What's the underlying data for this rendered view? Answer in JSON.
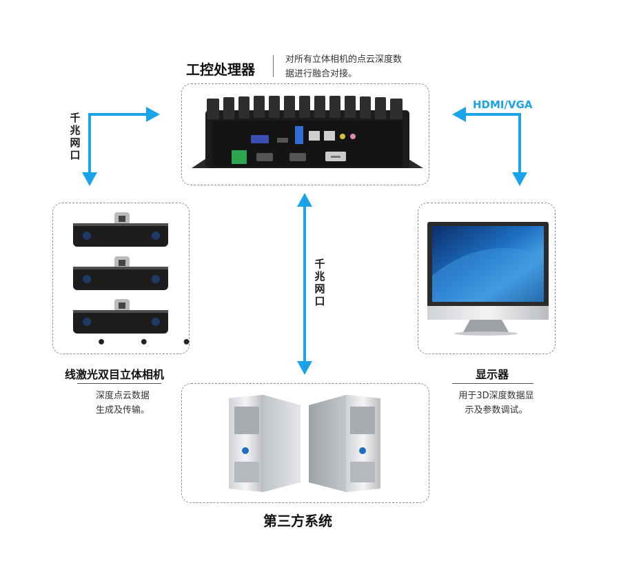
{
  "processor": {
    "title": "工控处理器",
    "desc_line1": "对所有立体相机的点云深度数",
    "desc_line2": "据进行融合对接。"
  },
  "left_link": {
    "label": "千兆网口"
  },
  "center_link": {
    "label": "千兆网口"
  },
  "right_link": {
    "label": "HDMI/VGA"
  },
  "cameras": {
    "title": "线激光双目立体相机",
    "desc_line1": "深度点云数据",
    "desc_line2": "生成及传输。",
    "more": "• • •"
  },
  "display": {
    "title": "显示器",
    "desc_line1": "用于3D深度数据显",
    "desc_line2": "示及参数调试。"
  },
  "third_party": {
    "title": "第三方系统"
  },
  "colors": {
    "arrow": "#1aa3e8",
    "box_border": "#8a8a8a",
    "device_dark": "#1c1c1c"
  }
}
